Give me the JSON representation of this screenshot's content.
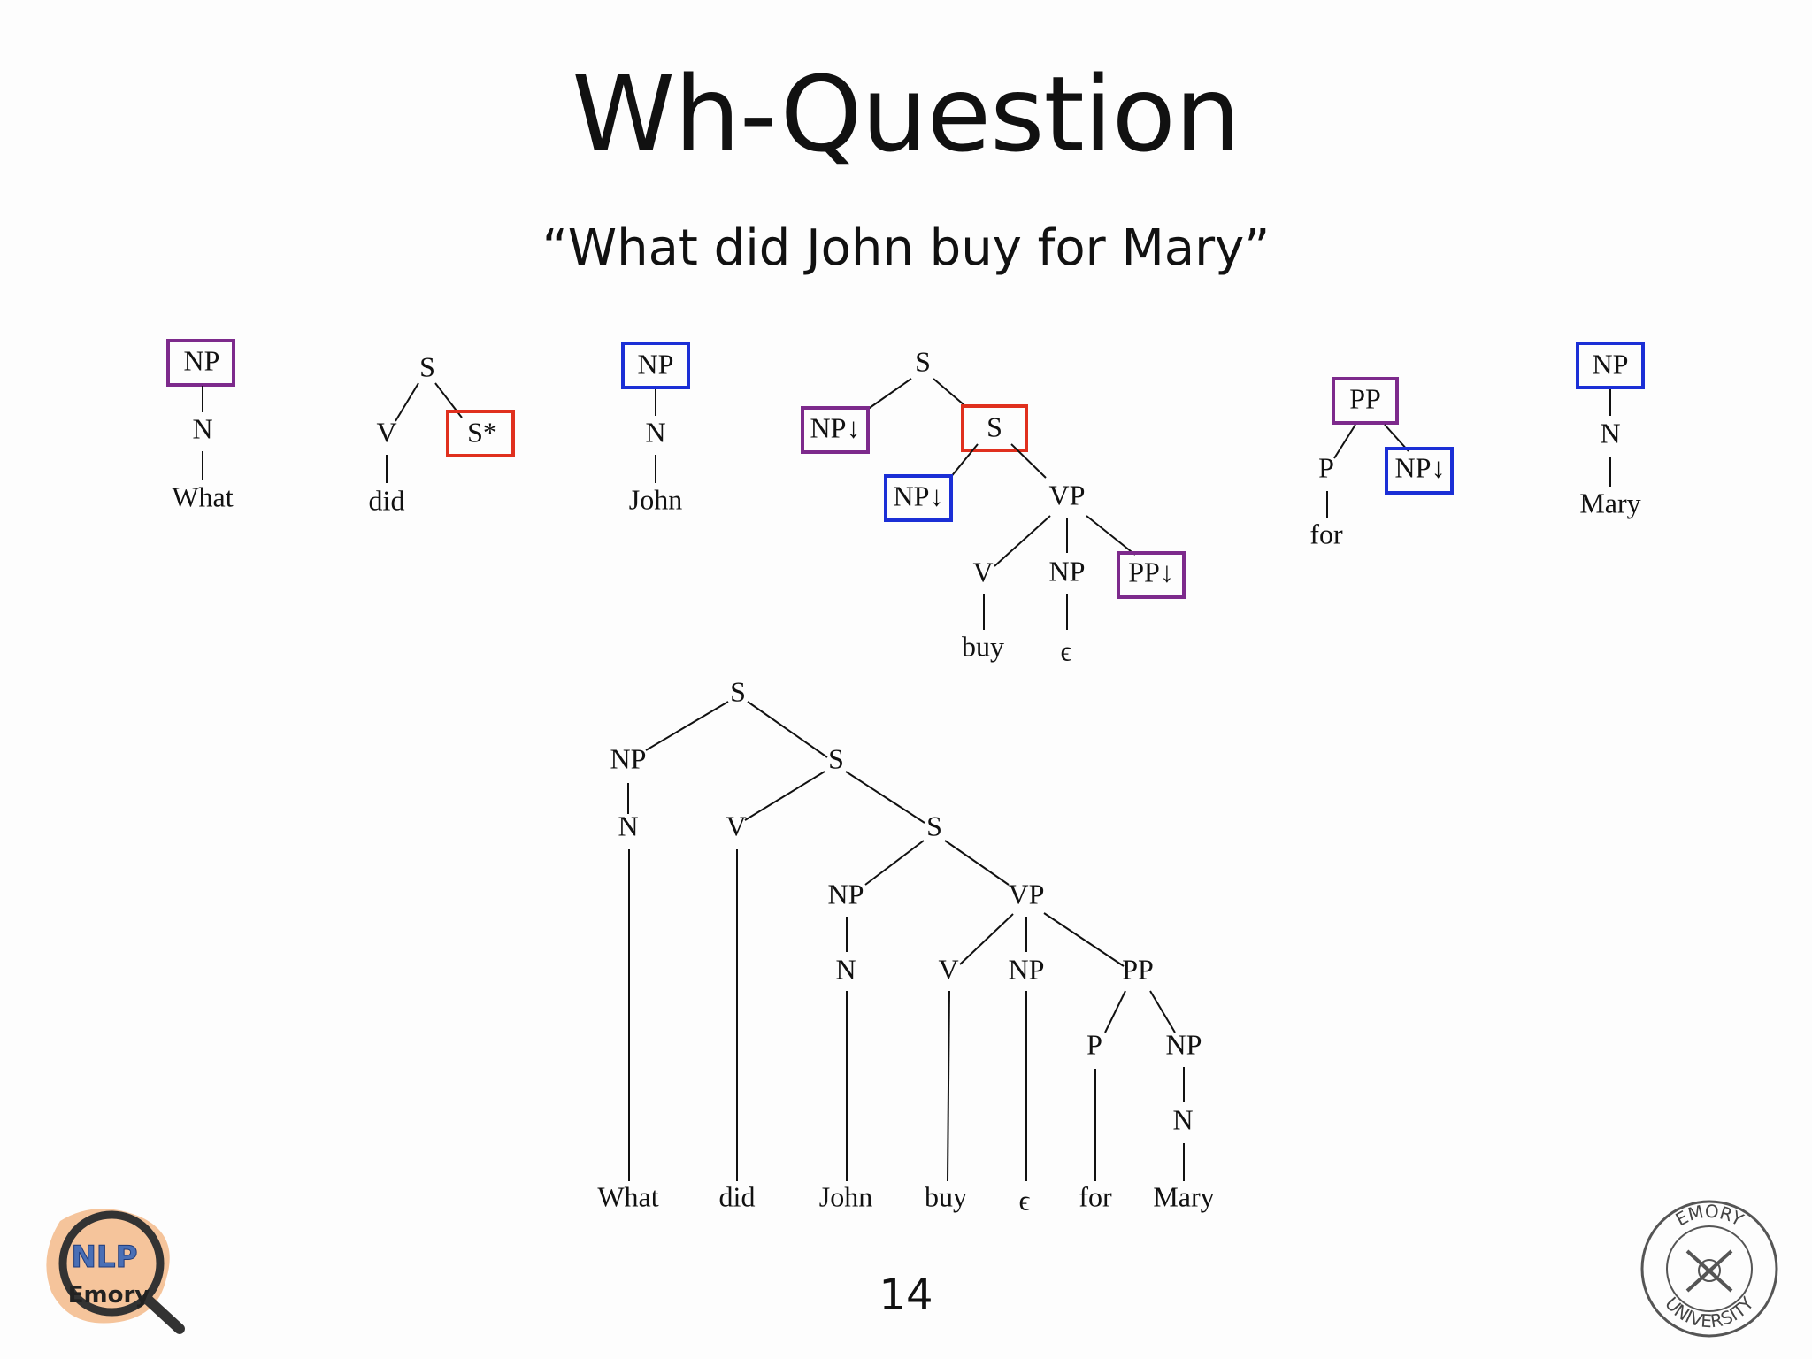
{
  "slide": {
    "title": "Wh-Question",
    "subtitle": "“What did John buy for Mary”",
    "page_number": "14"
  },
  "colors": {
    "purple": "#7d2a8c",
    "red": "#e0301e",
    "blue": "#1b2fd6"
  },
  "elementary_trees": {
    "what": {
      "root": "NP",
      "mid": "N",
      "leaf": "What"
    },
    "did": {
      "root": "S",
      "left": "V",
      "foot": "S*",
      "leaf": "did"
    },
    "john": {
      "root": "NP",
      "mid": "N",
      "leaf": "John"
    },
    "buy": {
      "root": "S",
      "subst_np1": "NP↓",
      "inner_s": "S",
      "subst_np2": "NP↓",
      "vp": "VP",
      "v": "V",
      "np": "NP",
      "subst_pp": "PP↓",
      "leaf_buy": "buy",
      "leaf_eps": "ϵ"
    },
    "for": {
      "root": "PP",
      "p": "P",
      "subst_np": "NP↓",
      "leaf": "for"
    },
    "mary": {
      "root": "NP",
      "mid": "N",
      "leaf": "Mary"
    }
  },
  "derived_tree": {
    "s1": "S",
    "np_what": "NP",
    "n_what": "N",
    "s2": "S",
    "v_did": "V",
    "s3": "S",
    "np_john": "NP",
    "n_john": "N",
    "vp": "VP",
    "v_buy": "V",
    "np_eps": "NP",
    "pp": "PP",
    "p_for": "P",
    "np_mary": "NP",
    "n_mary": "N",
    "leaves": [
      "What",
      "did",
      "John",
      "buy",
      "ϵ",
      "for",
      "Mary"
    ]
  },
  "logos": {
    "nlp_text": "NLP",
    "emory_text": "Emory",
    "seal_top": "EMORY",
    "seal_bottom": "UNIVERSITY"
  }
}
